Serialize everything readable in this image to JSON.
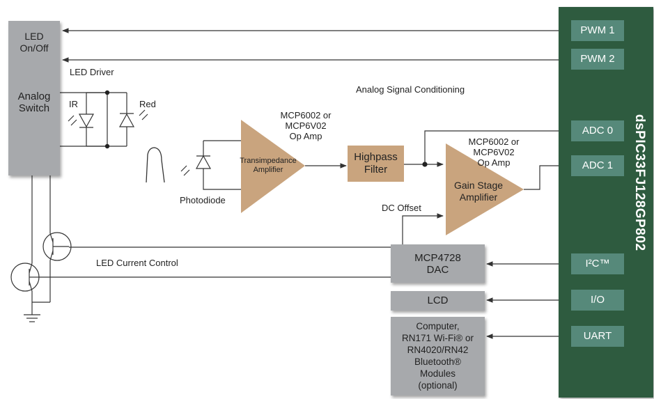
{
  "mcu": {
    "name": "dsPIC33FJ128GP802",
    "pins": {
      "pwm1": "PWM 1",
      "pwm2": "PWM 2",
      "adc0": "ADC 0",
      "adc1": "ADC 1",
      "i2c": "I²C™",
      "io": "I/O",
      "uart": "UART"
    }
  },
  "analog_switch": {
    "led_onoff": "LED\nOn/Off",
    "title": "Analog\nSwitch"
  },
  "led_driver": {
    "label": "LED Driver",
    "ir": "IR",
    "red": "Red"
  },
  "section_label": "Analog Signal Conditioning",
  "photodiode_label": "Photodiode",
  "opamp1": {
    "part": "MCP6002 or\nMCP6V02\nOp Amp",
    "name": "Transimpedance\nAmplifier"
  },
  "highpass": "Highpass\nFilter",
  "opamp2": {
    "part": "MCP6002 or\nMCP6V02\nOp Amp",
    "name": "Gain Stage\nAmplifier"
  },
  "dc_offset": "DC Offset",
  "led_current_control": "LED Current Control",
  "dac": "MCP4728\nDAC",
  "lcd": "LCD",
  "comm": "Computer,\nRN171 Wi-Fi® or\nRN4020/RN42\nBluetooth®\nModules\n(optional)",
  "colors": {
    "mcu_panel": "#2e5b3f",
    "pin": "#56897a",
    "gray_block": "#a7a9ac",
    "tan_block": "#c9a47e"
  }
}
